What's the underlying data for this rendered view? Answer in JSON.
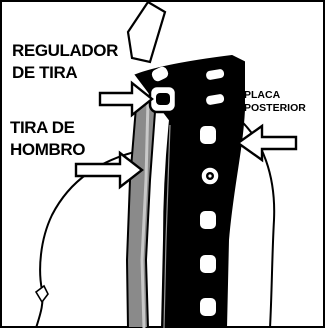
{
  "labels": {
    "strap_regulator": [
      "REGULADOR",
      "DE TIRA"
    ],
    "shoulder_strap": [
      "TIRA DE",
      "HOMBRO"
    ],
    "back_plate": [
      "PLACA",
      "POSTERIOR"
    ]
  }
}
